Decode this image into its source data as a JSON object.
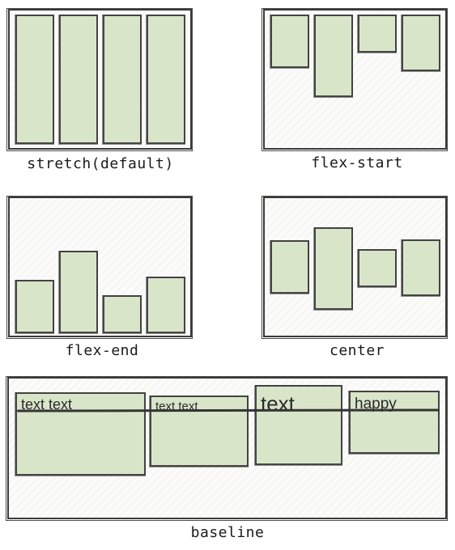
{
  "captions": {
    "stretch": "stretch(default)",
    "flex_start": "flex-start",
    "flex_end": "flex-end",
    "center": "center",
    "baseline": "baseline"
  },
  "baseline_items": [
    "text text",
    "text text",
    "text",
    "happy"
  ],
  "colors": {
    "item_fill": "#d9e5c9",
    "stroke": "#3a3a3a",
    "background": "#ffffff"
  }
}
